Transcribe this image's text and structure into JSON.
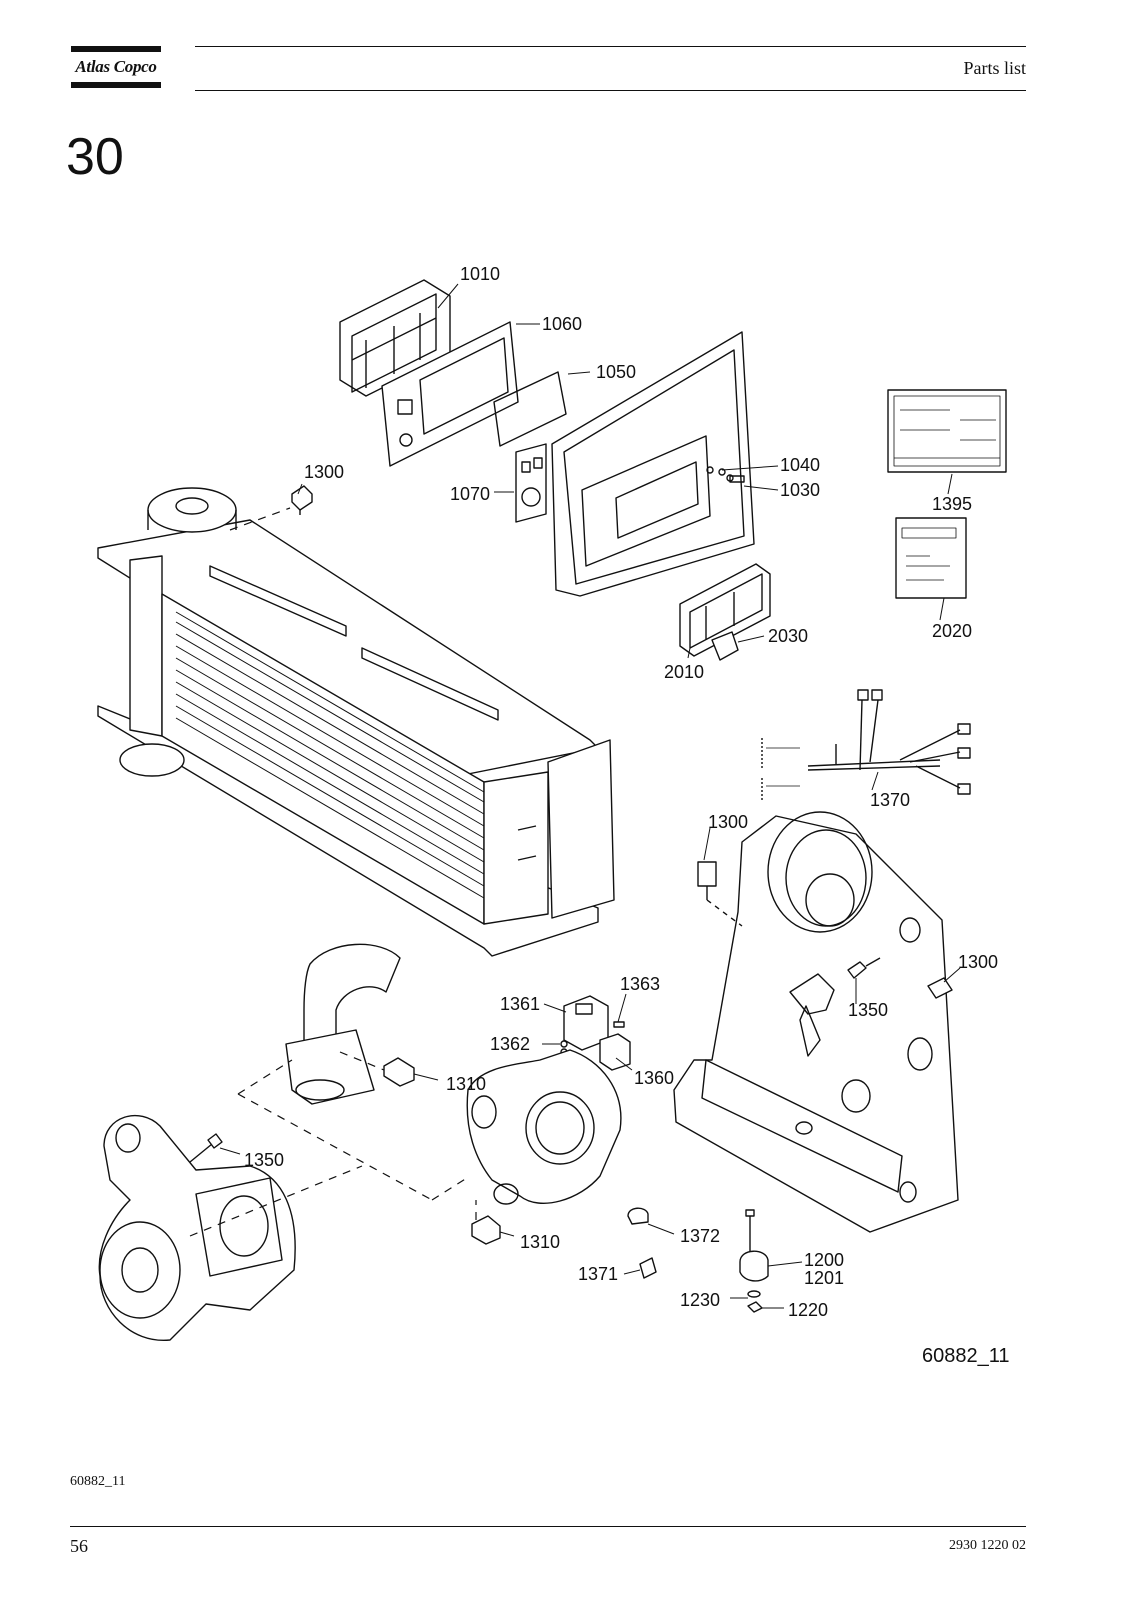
{
  "header": {
    "logo_text": "Atlas Copco",
    "title": "Parts list"
  },
  "section": {
    "number": "30"
  },
  "diagram": {
    "figure_id": "60882_11",
    "callouts": [
      "1010",
      "1060",
      "1050",
      "1040",
      "1030",
      "1070",
      "1300",
      "1395",
      "2020",
      "2030",
      "2010",
      "1370",
      "1300",
      "1300",
      "1350",
      "1361",
      "1363",
      "1362",
      "1360",
      "1310",
      "1350",
      "1310",
      "1372",
      "1371",
      "1200",
      "1201",
      "1230",
      "1220"
    ]
  },
  "footer": {
    "doc_ref": "60882_11",
    "page_number": "56",
    "doc_number": "2930 1220 02"
  }
}
